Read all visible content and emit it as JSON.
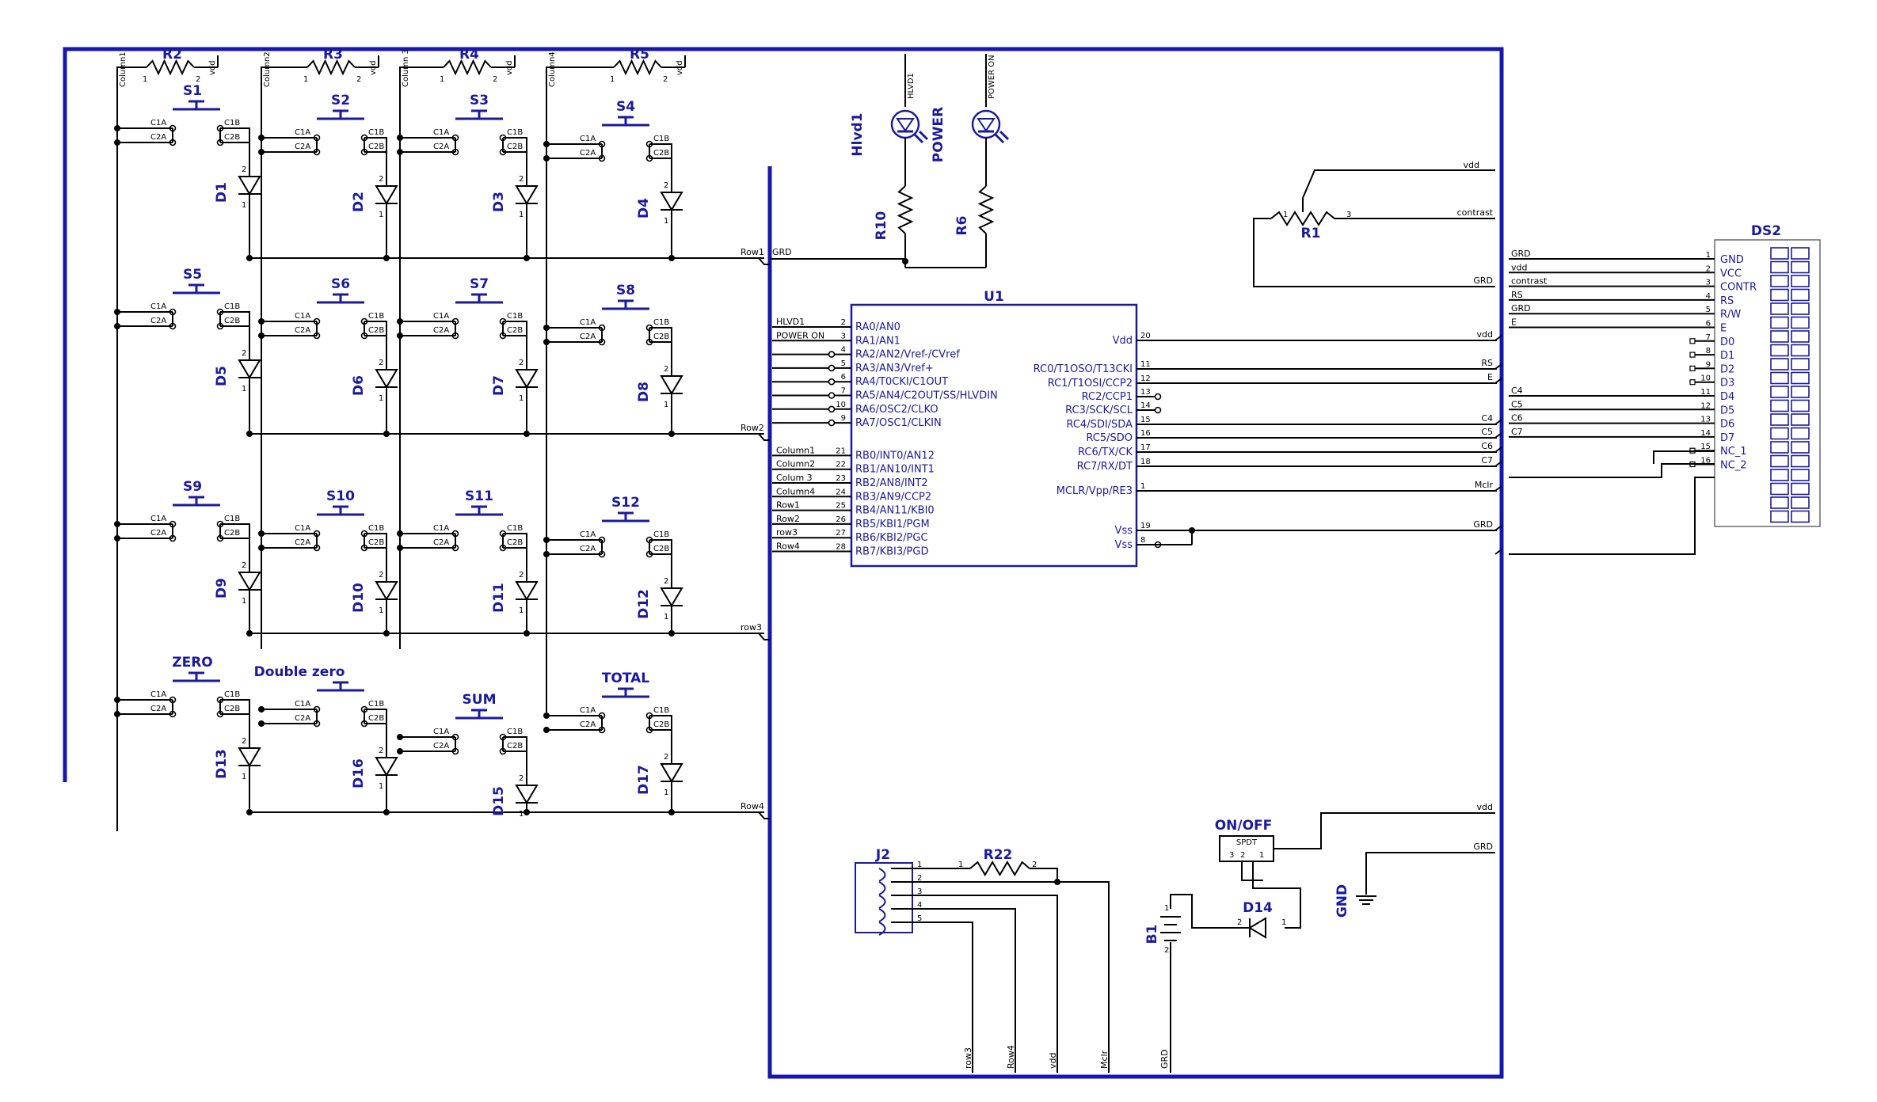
{
  "switches": [
    {
      "ref": "S1"
    },
    {
      "ref": "S2"
    },
    {
      "ref": "S3"
    },
    {
      "ref": "S4"
    },
    {
      "ref": "S5"
    },
    {
      "ref": "S6"
    },
    {
      "ref": "S7"
    },
    {
      "ref": "S8"
    },
    {
      "ref": "S9"
    },
    {
      "ref": "S10"
    },
    {
      "ref": "S11"
    },
    {
      "ref": "S12"
    },
    {
      "ref": "ZERO"
    },
    {
      "ref": "Double zero"
    },
    {
      "ref": "SUM"
    },
    {
      "ref": "TOTAL"
    }
  ],
  "switch_pins": {
    "c1a": "C1A",
    "c2a": "C2A",
    "c1b": "C1B",
    "c2b": "C2B"
  },
  "diodes": [
    "D1",
    "D2",
    "D3",
    "D4",
    "D5",
    "D6",
    "D7",
    "D8",
    "D9",
    "D10",
    "D11",
    "D12",
    "D13",
    "D16",
    "D15",
    "D17"
  ],
  "pull_resistors": [
    {
      "ref": "R2",
      "net": "Column1",
      "supply": "vdd"
    },
    {
      "ref": "R3",
      "net": "Column2",
      "supply": "vdd"
    },
    {
      "ref": "R4",
      "net": "Column 3",
      "supply": "vdd"
    },
    {
      "ref": "R5",
      "net": "Column4",
      "supply": "vdd"
    }
  ],
  "pin_numbers": {
    "one": "1",
    "two": "2",
    "three": "3"
  },
  "row_nets": [
    "Row1",
    "Row2",
    "row3",
    "Row4"
  ],
  "grd": "GRD",
  "leds": [
    {
      "ref": "Hlvd1",
      "net": "HLVD1",
      "resistor": "R10"
    },
    {
      "ref": "POWER",
      "net": "POWER ON",
      "resistor": "R6"
    }
  ],
  "u1": {
    "ref": "U1",
    "left_pins": [
      {
        "net": "HLVD1",
        "num": "2",
        "name": "RA0/AN0"
      },
      {
        "net": "POWER ON",
        "num": "3",
        "name": "RA1/AN1"
      },
      {
        "net": "",
        "num": "4",
        "name": "RA2/AN2/Vref-/CVref"
      },
      {
        "net": "",
        "num": "5",
        "name": "RA3/AN3/Vref+"
      },
      {
        "net": "",
        "num": "6",
        "name": "RA4/T0CKI/C1OUT"
      },
      {
        "net": "",
        "num": "7",
        "name": "RA5/AN4/C2OUT/SS/HLVDIN"
      },
      {
        "net": "",
        "num": "10",
        "name": "RA6/OSC2/CLKO"
      },
      {
        "net": "",
        "num": "9",
        "name": "RA7/OSC1/CLKIN"
      },
      {
        "net": "Column1",
        "num": "21",
        "name": "RB0/INT0/AN12"
      },
      {
        "net": "Column2",
        "num": "22",
        "name": "RB1/AN10/INT1"
      },
      {
        "net": "Colum 3",
        "num": "23",
        "name": "RB2/AN8/INT2"
      },
      {
        "net": "Column4",
        "num": "24",
        "name": "RB3/AN9/CCP2"
      },
      {
        "net": "Row1",
        "num": "25",
        "name": "RB4/AN11/KBI0"
      },
      {
        "net": "Row2",
        "num": "26",
        "name": "RB5/KBI1/PGM"
      },
      {
        "net": "row3",
        "num": "27",
        "name": "RB6/KBI2/PGC"
      },
      {
        "net": "Row4",
        "num": "28",
        "name": "RB7/KBI3/PGD"
      }
    ],
    "right_pins": [
      {
        "num": "20",
        "name": "Vdd",
        "net": "vdd"
      },
      {
        "num": "11",
        "name": "RC0/T1OSO/T13CKI",
        "net": "RS"
      },
      {
        "num": "12",
        "name": "RC1/T1OSI/CCP2",
        "net": "E"
      },
      {
        "num": "13",
        "name": "RC2/CCP1",
        "net": ""
      },
      {
        "num": "14",
        "name": "RC3/SCK/SCL",
        "net": ""
      },
      {
        "num": "15",
        "name": "RC4/SDI/SDA",
        "net": "C4"
      },
      {
        "num": "16",
        "name": "RC5/SDO",
        "net": "C5"
      },
      {
        "num": "17",
        "name": "RC6/TX/CK",
        "net": "C6"
      },
      {
        "num": "18",
        "name": "RC7/RX/DT",
        "net": "C7"
      },
      {
        "num": "1",
        "name": "MCLR/Vpp/RE3",
        "net": "Mclr"
      },
      {
        "num": "19",
        "name": "Vss",
        "net": "GRD"
      },
      {
        "num": "8",
        "name": "Vss",
        "net": ""
      }
    ]
  },
  "r1": {
    "ref": "R1",
    "nets": [
      "vdd",
      "contrast",
      "GRD"
    ]
  },
  "ds2": {
    "ref": "DS2",
    "pins": [
      {
        "num": "1",
        "name": "GND",
        "net": "GRD"
      },
      {
        "num": "2",
        "name": "VCC",
        "net": "vdd"
      },
      {
        "num": "3",
        "name": "CONTR",
        "net": "contrast"
      },
      {
        "num": "4",
        "name": "RS",
        "net": "RS"
      },
      {
        "num": "5",
        "name": "R/W",
        "net": "GRD"
      },
      {
        "num": "6",
        "name": "E",
        "net": "E"
      },
      {
        "num": "7",
        "name": "D0",
        "net": ""
      },
      {
        "num": "8",
        "name": "D1",
        "net": ""
      },
      {
        "num": "9",
        "name": "D2",
        "net": ""
      },
      {
        "num": "10",
        "name": "D3",
        "net": ""
      },
      {
        "num": "11",
        "name": "D4",
        "net": "C4"
      },
      {
        "num": "12",
        "name": "D5",
        "net": "C5"
      },
      {
        "num": "13",
        "name": "D6",
        "net": "C6"
      },
      {
        "num": "14",
        "name": "D7",
        "net": "C7"
      },
      {
        "num": "15",
        "name": "NC_1",
        "net": ""
      },
      {
        "num": "16",
        "name": "NC_2",
        "net": ""
      }
    ]
  },
  "j2": {
    "ref": "J2",
    "pins": [
      "1",
      "2",
      "3",
      "4",
      "5"
    ],
    "nets": [
      "row3",
      "Row4",
      "vdd",
      "Mclr"
    ]
  },
  "r22": {
    "ref": "R22"
  },
  "power": {
    "switch_ref": "ON/OFF",
    "switch_type": "SPDT",
    "switch_pins": [
      "3",
      "2",
      "1"
    ],
    "battery": "B1",
    "diode": "D14",
    "gnd": "GND",
    "nets": [
      "vdd",
      "GRD"
    ]
  },
  "colors": {
    "bus": "#1616b0",
    "ref": "#1a1aa0",
    "wire": "#000000"
  }
}
